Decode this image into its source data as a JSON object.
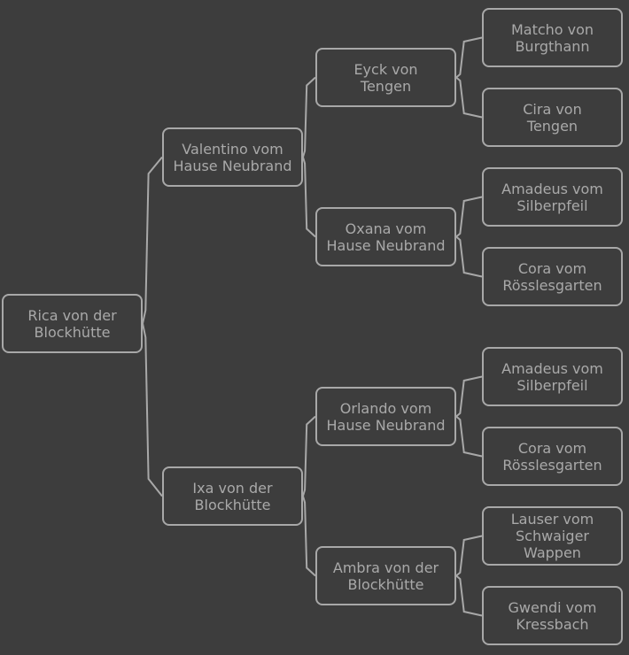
{
  "nodes": [
    {
      "id": "rica",
      "label": "Rica von der\nBlockhütte"
    },
    {
      "id": "valentino",
      "label": "Valentino vom\nHause Neubrand"
    },
    {
      "id": "ixa",
      "label": "Ixa von der\nBlockhütte"
    },
    {
      "id": "eyck",
      "label": "Eyck von\nTengen"
    },
    {
      "id": "oxana",
      "label": "Oxana vom\nHause Neubrand"
    },
    {
      "id": "orlando",
      "label": "Orlando vom\nHause Neubrand"
    },
    {
      "id": "ambra",
      "label": "Ambra von der\nBlockhütte"
    },
    {
      "id": "matcho",
      "label": "Matcho von\nBurgthann"
    },
    {
      "id": "cira",
      "label": "Cira von\nTengen"
    },
    {
      "id": "amadeus-1",
      "label": "Amadeus vom\nSilberpfeil"
    },
    {
      "id": "cora-1",
      "label": "Cora vom\nRösslesgarten"
    },
    {
      "id": "amadeus-2",
      "label": "Amadeus vom\nSilberpfeil"
    },
    {
      "id": "cora-2",
      "label": "Cora vom\nRösslesgarten"
    },
    {
      "id": "lauser",
      "label": "Lauser vom\nSchwaiger\nWappen"
    },
    {
      "id": "gwendi",
      "label": "Gwendi vom\nKressbach"
    }
  ],
  "edges": [
    [
      "rica",
      "valentino"
    ],
    [
      "rica",
      "ixa"
    ],
    [
      "valentino",
      "eyck"
    ],
    [
      "valentino",
      "oxana"
    ],
    [
      "ixa",
      "orlando"
    ],
    [
      "ixa",
      "ambra"
    ],
    [
      "eyck",
      "matcho"
    ],
    [
      "eyck",
      "cira"
    ],
    [
      "oxana",
      "amadeus-1"
    ],
    [
      "oxana",
      "cora-1"
    ],
    [
      "orlando",
      "amadeus-2"
    ],
    [
      "orlando",
      "cora-2"
    ],
    [
      "ambra",
      "lauser"
    ],
    [
      "ambra",
      "gwendi"
    ]
  ],
  "colors": {
    "background": "#3d3d3d",
    "line": "#a8a8a8",
    "text": "#a9a9a9"
  }
}
